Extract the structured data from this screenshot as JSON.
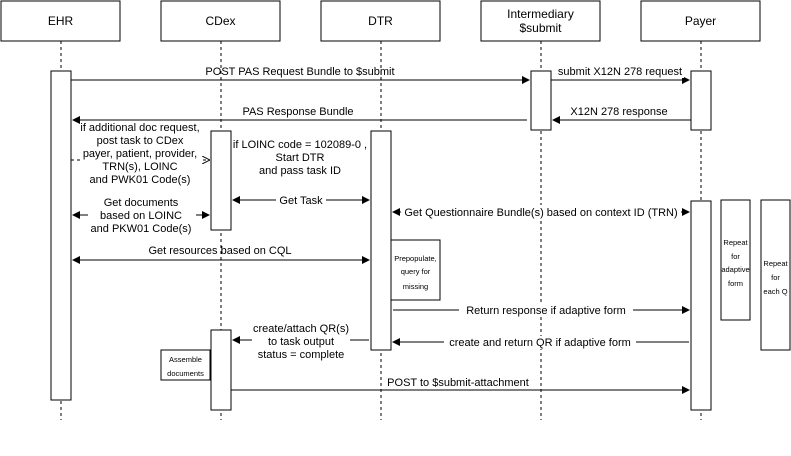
{
  "participants": {
    "ehr": "EHR",
    "cdex": "CDex",
    "dtr": "DTR",
    "intermediary_line1": "Intermediary",
    "intermediary_line2": "$submit",
    "payer": "Payer"
  },
  "messages": {
    "post_pas": "POST PAS Request Bundle to $submit",
    "submit_x12n": "submit X12N 278 request",
    "x12n_response": "X12N 278 response",
    "pas_response": "PAS Response Bundle",
    "additional_doc": [
      "if additional doc request,",
      "post task to CDex",
      "payer, patient, provider,",
      "TRN(s), LOINC",
      "and PWK01 Code(s)"
    ],
    "loinc_code": [
      "if LOINC code = 102089-0 ,",
      "Start DTR",
      "and pass task ID"
    ],
    "get_task": "Get Task",
    "get_questionnaire": "Get Questionnaire Bundle(s) based on context ID (TRN)",
    "get_documents": [
      "Get documents",
      "based on LOINC",
      "and PKW01 Code(s)"
    ],
    "get_resources": "Get resources based on CQL",
    "return_response": "Return response if adaptive form",
    "create_return_qr": "create and return QR  if adaptive form",
    "create_attach": [
      "create/attach QR(s)",
      "to task output",
      "status = complete"
    ],
    "post_attachment": "POST to $submit-attachment"
  },
  "notes": {
    "prepopulate": [
      "Prepopulate,",
      "query for",
      "missing"
    ],
    "assemble": [
      "Assemble",
      "documents"
    ],
    "repeat_adaptive": [
      "Repeat",
      "for",
      "adaptive",
      "form"
    ],
    "repeat_each_q": [
      "Repeat",
      "for",
      "each Q"
    ]
  }
}
